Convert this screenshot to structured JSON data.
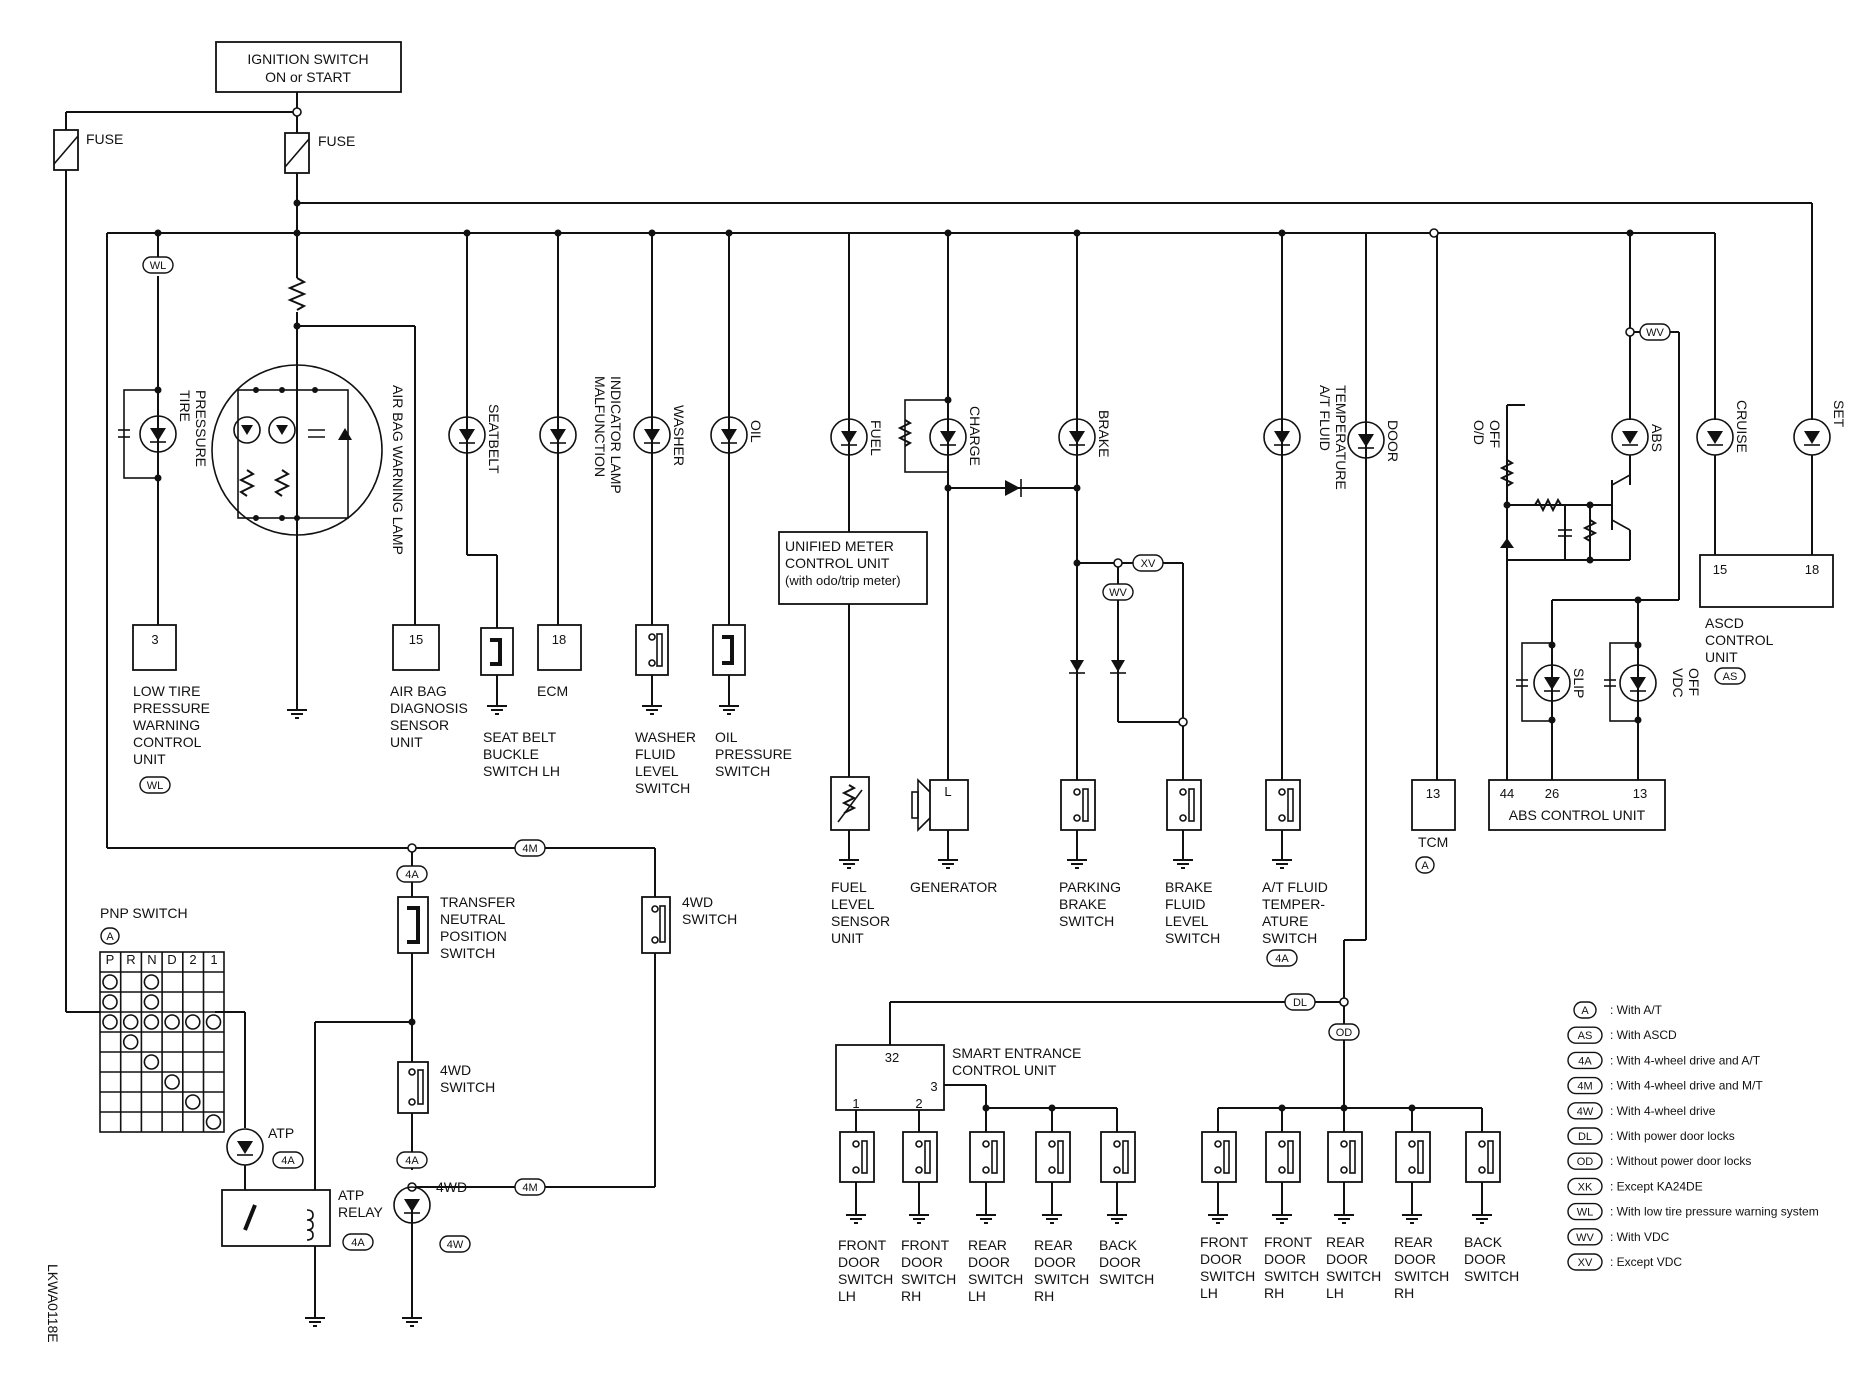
{
  "ignition": {
    "line1": "IGNITION SWITCH",
    "line2": "ON or START"
  },
  "fuse_label": "FUSE",
  "lamps": {
    "tire_pressure": [
      "TIRE",
      "PRESSURE"
    ],
    "air_bag": [
      "AIR BAG WARNING LAMP"
    ],
    "seatbelt": [
      "SEATBELT"
    ],
    "mil": [
      "MALFUNCTION",
      "INDICATOR LAMP"
    ],
    "washer": [
      "WASHER"
    ],
    "oil": [
      "OIL"
    ],
    "fuel": [
      "FUEL"
    ],
    "charge": [
      "CHARGE"
    ],
    "brake": [
      "BRAKE"
    ],
    "at_fluid": [
      "A/T FLUID",
      "TEMPERATURE"
    ],
    "door": [
      "DOOR"
    ],
    "od_off": [
      "O/D",
      "OFF"
    ],
    "abs": [
      "ABS"
    ],
    "cruise": [
      "CRUISE"
    ],
    "set": [
      "SET"
    ],
    "slip": [
      "SLIP"
    ],
    "vdc_off": [
      "VDC",
      "OFF"
    ],
    "atp": "ATP",
    "fourwd": "4WD"
  },
  "components": {
    "low_tire": {
      "pin": "3",
      "lines": [
        "LOW TIRE",
        "PRESSURE",
        "WARNING",
        "CONTROL",
        "UNIT"
      ]
    },
    "airbag_unit": {
      "pin": "15",
      "lines": [
        "AIR BAG",
        "DIAGNOSIS",
        "SENSOR",
        "UNIT"
      ]
    },
    "seat_belt_sw": {
      "lines": [
        "SEAT BELT",
        "BUCKLE",
        "SWITCH LH"
      ]
    },
    "ecm": {
      "pin": "18",
      "lines": [
        "ECM"
      ]
    },
    "washer_sw": {
      "lines": [
        "WASHER",
        "FLUID",
        "LEVEL",
        "SWITCH"
      ]
    },
    "oil_sw": {
      "lines": [
        "OIL",
        "PRESSURE",
        "SWITCH"
      ]
    },
    "meter": {
      "lines": [
        "UNIFIED METER",
        "CONTROL UNIT",
        "(with odo/trip meter)"
      ]
    },
    "fuel_sensor": {
      "lines": [
        "FUEL",
        "LEVEL",
        "SENSOR",
        "UNIT"
      ]
    },
    "generator": {
      "pin": "L",
      "lines": [
        "GENERATOR"
      ]
    },
    "parking_brake": {
      "lines": [
        "PARKING",
        "BRAKE",
        "SWITCH"
      ]
    },
    "brake_fluid": {
      "lines": [
        "BRAKE",
        "FLUID",
        "LEVEL",
        "SWITCH"
      ]
    },
    "at_fluid_sw": {
      "lines": [
        "A/T FLUID",
        "TEMPER-",
        "ATURE",
        "SWITCH"
      ]
    },
    "tcm": {
      "pin": "13",
      "lines": [
        "TCM"
      ]
    },
    "abs_unit": {
      "pins": [
        "44",
        "26",
        "13"
      ],
      "lines": [
        "ABS CONTROL UNIT"
      ]
    },
    "ascd": {
      "pins": [
        "15",
        "18"
      ],
      "lines": [
        "ASCD",
        "CONTROL",
        "UNIT"
      ]
    },
    "pnp": {
      "title": "PNP SWITCH",
      "cols": [
        "P",
        "R",
        "N",
        "D",
        "2",
        "1"
      ]
    },
    "transfer": {
      "lines": [
        "TRANSFER",
        "NEUTRAL",
        "POSITION",
        "SWITCH"
      ]
    },
    "fourwd_sw": {
      "lines": [
        "4WD",
        "SWITCH"
      ]
    },
    "atp_relay": {
      "lines": [
        "ATP",
        "RELAY"
      ]
    },
    "smart": {
      "pins": [
        "32",
        "1",
        "2",
        "3"
      ],
      "lines": [
        "SMART ENTRANCE",
        "CONTROL UNIT"
      ]
    },
    "door_switches_a": [
      [
        "FRONT",
        "DOOR",
        "SWITCH",
        "LH"
      ],
      [
        "FRONT",
        "DOOR",
        "SWITCH",
        "RH"
      ],
      [
        "REAR",
        "DOOR",
        "SWITCH",
        "LH"
      ],
      [
        "REAR",
        "DOOR",
        "SWITCH",
        "RH"
      ],
      [
        "BACK",
        "DOOR",
        "SWITCH"
      ]
    ],
    "door_switches_b": [
      [
        "FRONT",
        "DOOR",
        "SWITCH",
        "LH"
      ],
      [
        "FRONT",
        "DOOR",
        "SWITCH",
        "RH"
      ],
      [
        "REAR",
        "DOOR",
        "SWITCH",
        "LH"
      ],
      [
        "REAR",
        "DOOR",
        "SWITCH",
        "RH"
      ],
      [
        "BACK",
        "DOOR",
        "SWITCH"
      ]
    ]
  },
  "tags": {
    "A": "A",
    "AS": "AS",
    "4A": "4A",
    "4M": "4M",
    "4W": "4W",
    "DL": "DL",
    "OD": "OD",
    "XK": "XK",
    "WL": "WL",
    "WV": "WV",
    "XV": "XV"
  },
  "legend": [
    {
      "code": "A",
      "text": ": With A/T"
    },
    {
      "code": "AS",
      "text": ": With ASCD"
    },
    {
      "code": "4A",
      "text": ": With 4-wheel drive and A/T"
    },
    {
      "code": "4M",
      "text": ": With 4-wheel drive and M/T"
    },
    {
      "code": "4W",
      "text": ": With 4-wheel drive"
    },
    {
      "code": "DL",
      "text": ": With power door locks"
    },
    {
      "code": "OD",
      "text": ": Without power door locks"
    },
    {
      "code": "XK",
      "text": ": Except KA24DE"
    },
    {
      "code": "WL",
      "text": ": With low tire pressure warning system"
    },
    {
      "code": "WV",
      "text": ": With VDC"
    },
    {
      "code": "XV",
      "text": ": Except VDC"
    }
  ],
  "doc_id": "LKWA0118E"
}
